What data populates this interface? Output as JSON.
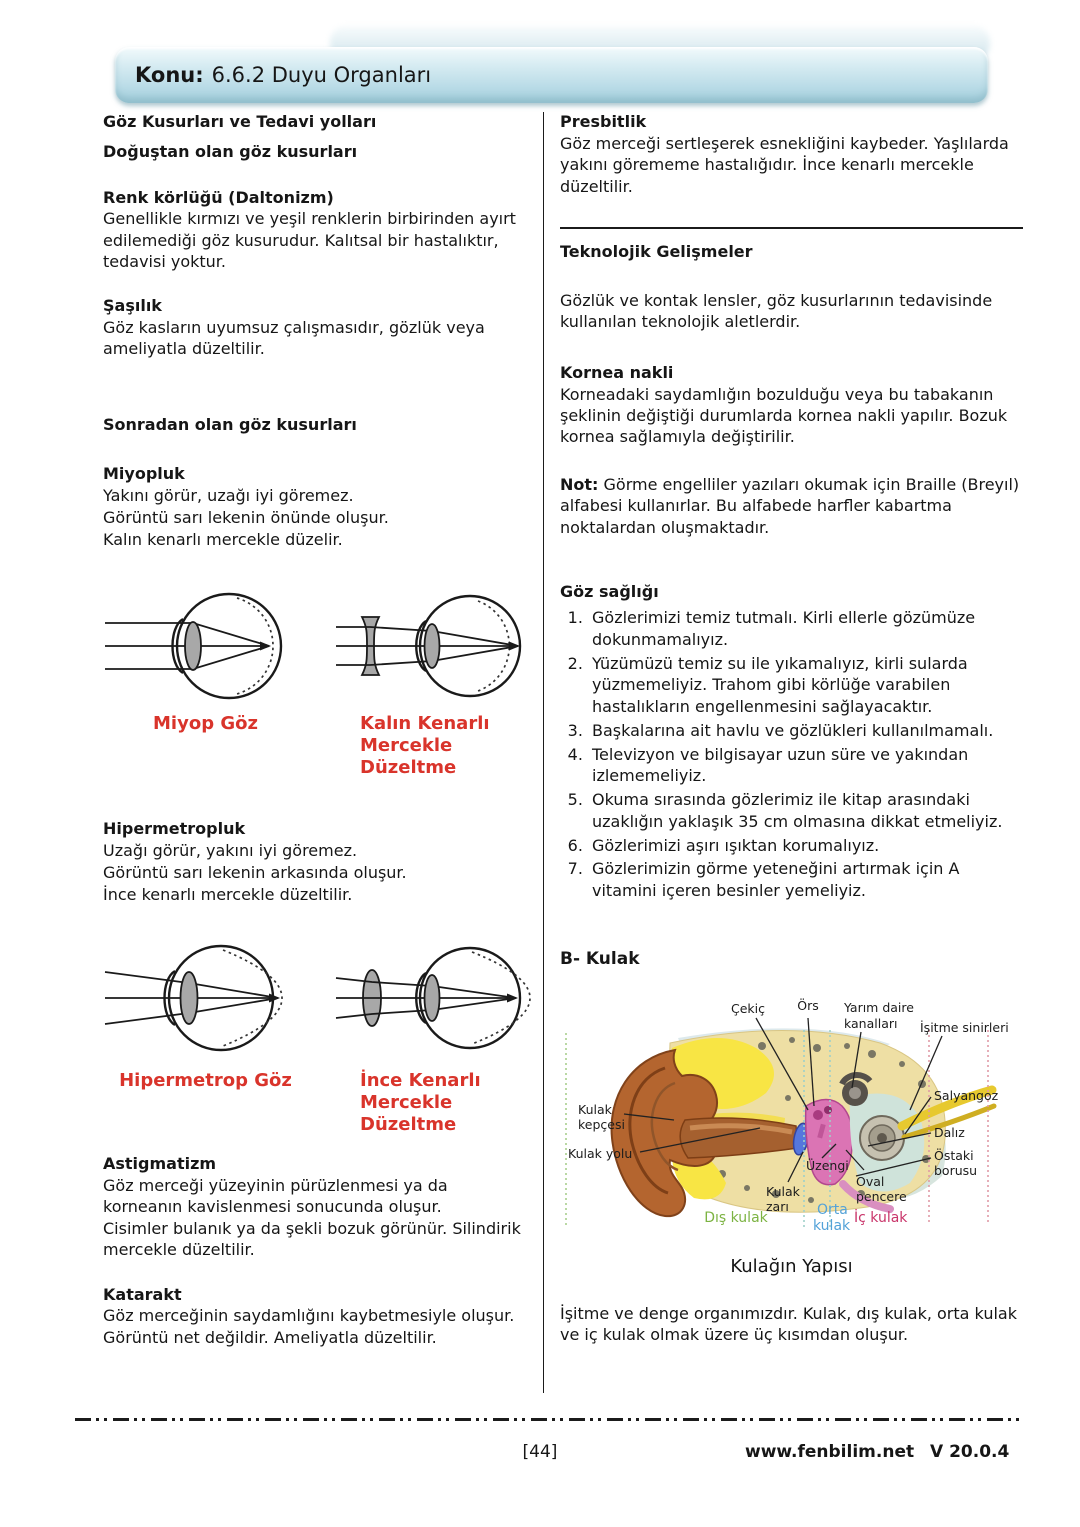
{
  "banner": {
    "prefix": "Konu:",
    "title": "6.6.2 Duyu Organları"
  },
  "colors": {
    "banner_blue": "#a2cedc",
    "diagram_label_red": "#d9342b",
    "region_outer_green": "#7cb342",
    "region_middle_blue": "#53a2d8",
    "region_inner_red": "#c9356a"
  },
  "left": {
    "title": "Göz Kusurları ve Tedavi yolları",
    "subtitle": "Doğuştan olan göz kusurları",
    "renk": {
      "heading": "Renk körlüğü (Daltonizm)",
      "body": "Genellikle kırmızı ve yeşil renklerin birbirinden ayırt edilemediği göz kusurudur. Kalıtsal bir hastalıktır, tedavisi yoktur."
    },
    "sasilik": {
      "heading": "Şaşılık",
      "body": "Göz kasların uyumsuz çalışmasıdır, gözlük veya ameliyatla düzeltilir."
    },
    "subtitle2": "Sonradan olan göz kusurları",
    "miyopluk": {
      "heading": "Miyopluk",
      "lines": [
        "Yakını görür, uzağı iyi göremez.",
        "Görüntü sarı lekenin önünde oluşur.",
        "Kalın kenarlı mercekle düzelir."
      ]
    },
    "miyop_diagram": {
      "eye_label": "Miyop Göz",
      "fix_label_1": "Kalın Kenarlı",
      "fix_label_2": "Mercekle Düzeltme"
    },
    "hipermetropluk": {
      "heading": "Hipermetropluk",
      "lines": [
        "Uzağı görür, yakını iyi göremez.",
        "Görüntü sarı lekenin arkasında oluşur.",
        "İnce kenarlı mercekle düzeltilir."
      ]
    },
    "hipermetrop_diagram": {
      "eye_label": "Hipermetrop Göz",
      "fix_label_1": "İnce Kenarlı",
      "fix_label_2": "Mercekle Düzeltme"
    },
    "astigmatizm": {
      "heading": "Astigmatizm",
      "lines": [
        "Göz merceği yüzeyinin pürüzlenmesi ya da korneanın kavislenmesi sonucunda oluşur.",
        "Cisimler bulanık ya da şekli bozuk görünür. Silindirik mercekle düzeltilir."
      ]
    },
    "katarakt": {
      "heading": "Katarakt",
      "lines": [
        "Göz merceğinin saydamlığını kaybetmesiyle oluşur.",
        "Görüntü net değildir. Ameliyatla düzeltilir."
      ]
    }
  },
  "right": {
    "presbitlik": {
      "heading": "Presbitlik",
      "body": "Göz merceği sertleşerek esnekliğini kaybeder. Yaşlılarda yakını görememe hastalığıdır. İnce kenarlı mercekle düzeltilir."
    },
    "teknolojik": {
      "heading": "Teknolojik Gelişmeler",
      "body": "Gözlük ve kontak lensler, göz kusurlarının tedavisinde kullanılan teknolojik aletlerdir."
    },
    "kornea": {
      "heading": "Kornea nakli",
      "body": "Korneadaki saydamlığın bozulduğu veya bu tabakanın şeklinin değiştiği durumlarda kornea nakli yapılır. Bozuk kornea sağlamıyla değiştirilir."
    },
    "not": {
      "label": "Not:",
      "body": "Görme engelliler yazıları okumak için Braille (Breyıl) alfabesi kullanırlar. Bu alfabede harfler kabartma noktalardan oluşmaktadır."
    },
    "goz_sagligi": {
      "heading": "Göz sağlığı",
      "items": [
        "Gözlerimizi temiz tutmalı. Kirli ellerle gözümüze dokunmamalıyız.",
        "Yüzümüzü temiz su ile yıkamalıyız, kirli sularda yüzmemeliyiz. Trahom gibi körlüğe varabilen hastalıkların engellenmesini sağlayacaktır.",
        "Başkalarına ait havlu ve gözlükleri kullanılmamalı.",
        "Televizyon ve bilgisayar uzun süre ve yakından izlememeliyiz.",
        "Okuma sırasında gözlerimiz ile kitap arasındaki uzaklığın yaklaşık 35 cm olmasına dikkat etmeliyiz.",
        "Gözlerimizi aşırı ışıktan korumalıyız.",
        "Gözlerimizin görme yeteneğini artırmak için A vitamini içeren besinler yemeliyiz."
      ]
    },
    "kulak": {
      "heading": "B- Kulak",
      "caption": "Kulağın Yapısı",
      "body": "İşitme ve denge organımızdır. Kulak, dış kulak, orta kulak ve iç kulak olmak üzere üç kısımdan oluşur."
    },
    "ear": {
      "cekic": "Çekiç",
      "ors": "Örs",
      "yarim_daire": [
        "Yarım daire",
        "kanalları"
      ],
      "isitme": "İşitme sinirleri",
      "kepce": [
        "Kulak",
        "kepçesi"
      ],
      "yolu": "Kulak yolu",
      "salyangoz": "Salyangoz",
      "daliz": "Dalız",
      "ostaki": [
        "Östaki",
        "borusu"
      ],
      "uzengi": "Üzengi",
      "oval": [
        "Oval",
        "pencere"
      ],
      "zar": [
        "Kulak",
        "zarı"
      ],
      "dis_kulak": "Dış kulak",
      "orta_kulak": [
        "Orta",
        "kulak"
      ],
      "ic_kulak": "İç kulak"
    }
  },
  "footer": {
    "page_number": "[44]",
    "site": "www.fenbilim.net",
    "version": "V 20.0.4"
  }
}
